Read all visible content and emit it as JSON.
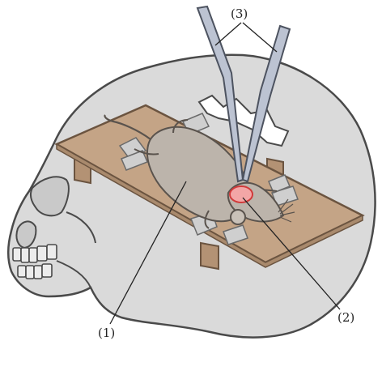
{
  "labels": {
    "animal": "(1)",
    "surgical_site": "(2)",
    "tweezers": "(3)"
  },
  "colors": {
    "skull_fill": "#dadada",
    "skull_stroke": "#4a4a4a",
    "board_fill": "#c4a486",
    "board_stroke": "#6b5440",
    "rat_fill": "#bcb4ab",
    "rat_stroke": "#5a534d",
    "incision_fill": "#f3a6a6",
    "incision_stroke": "#d13a3a",
    "tape_fill": "#cfcfcf",
    "tweezer_fill": "#bcc3d2",
    "tweezer_stroke": "#4d5360",
    "leader_stroke": "#222222"
  },
  "icons": [
    "skull-illustration",
    "stereotaxic-board",
    "rat",
    "surgical-tweezers",
    "adhesive-tape"
  ]
}
